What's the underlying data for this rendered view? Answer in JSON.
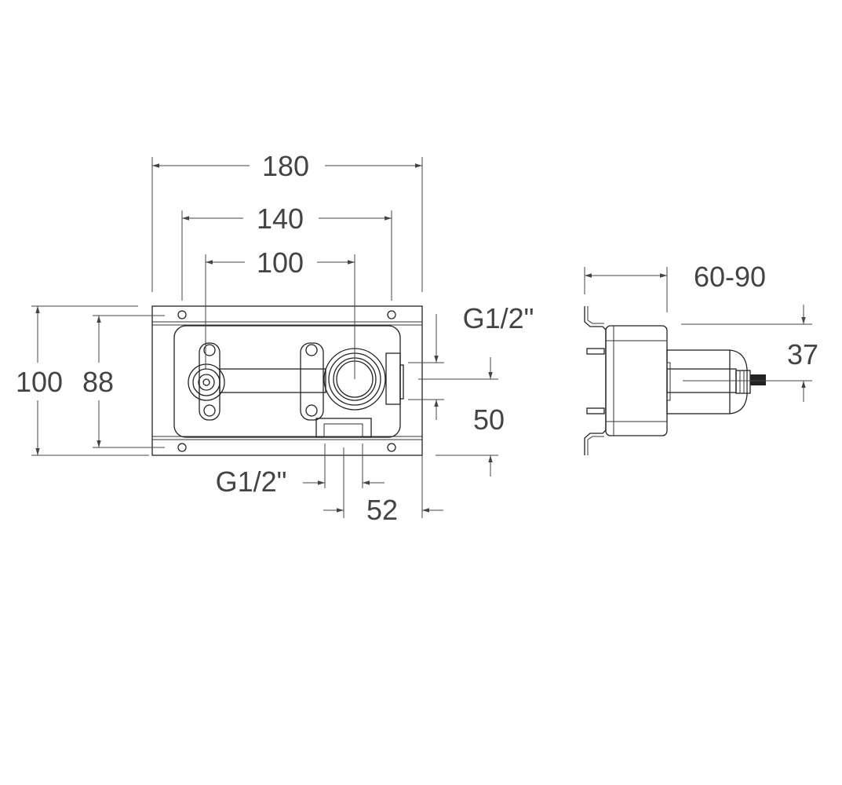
{
  "drawing": {
    "front_view": {
      "dim_width_outer": "180",
      "dim_width_holes": "140",
      "dim_valve_centers": "100",
      "dim_height_outer": "100",
      "dim_height_holes": "88",
      "dim_side_connection": "G1/2\"",
      "dim_offset": "50",
      "dim_bottom_connection": "G1/2\"",
      "dim_bottom_offset": "52"
    },
    "side_view": {
      "dim_depth": "60-90",
      "dim_offset": "37"
    }
  }
}
